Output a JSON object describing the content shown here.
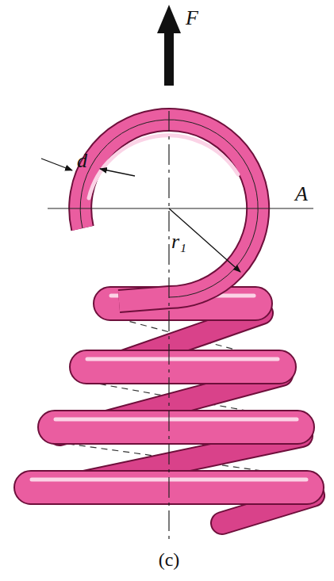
{
  "diagram": {
    "labels": [
      "F",
      "d",
      "A",
      "r₁",
      "(c)"
    ]
  }
}
